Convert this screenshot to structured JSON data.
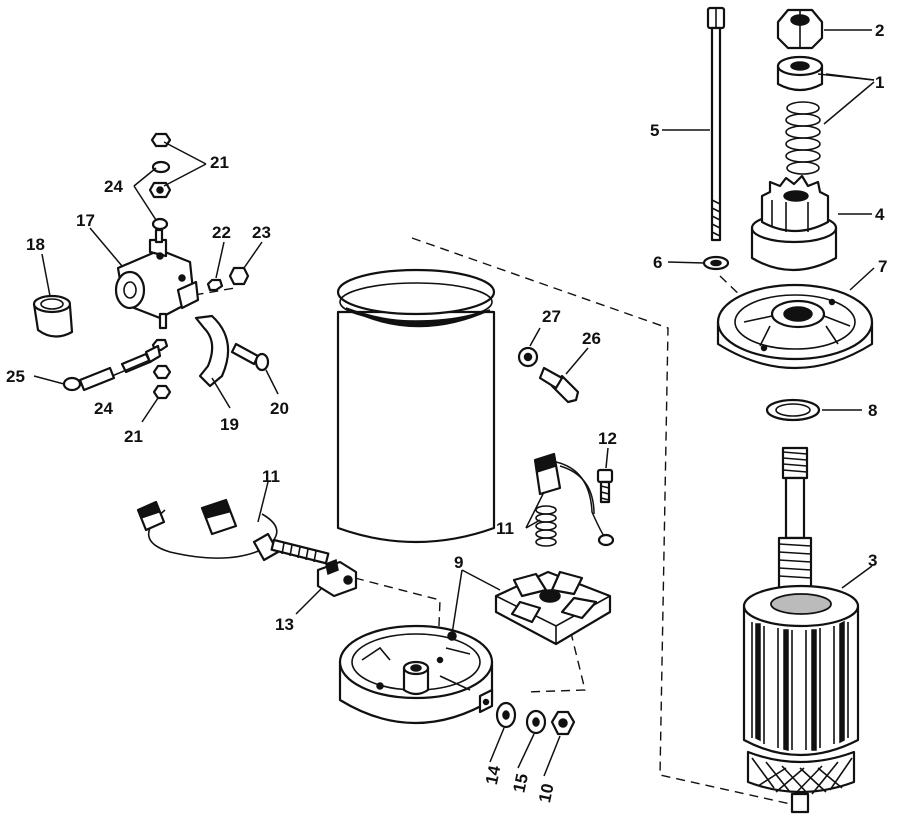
{
  "callouts": {
    "c1": "1",
    "c2": "2",
    "c3": "3",
    "c4": "4",
    "c5": "5",
    "c6": "6",
    "c7": "7",
    "c8": "8",
    "c9": "9",
    "c10": "10",
    "c11a": "11",
    "c11b": "11",
    "c12": "12",
    "c13": "13",
    "c14": "14",
    "c15": "15",
    "c17": "17",
    "c18": "18",
    "c19": "19",
    "c20": "20",
    "c21a": "21",
    "c21b": "21",
    "c22": "22",
    "c23": "23",
    "c24a": "24",
    "c24b": "24",
    "c25": "25",
    "c26": "26",
    "c27": "27"
  }
}
